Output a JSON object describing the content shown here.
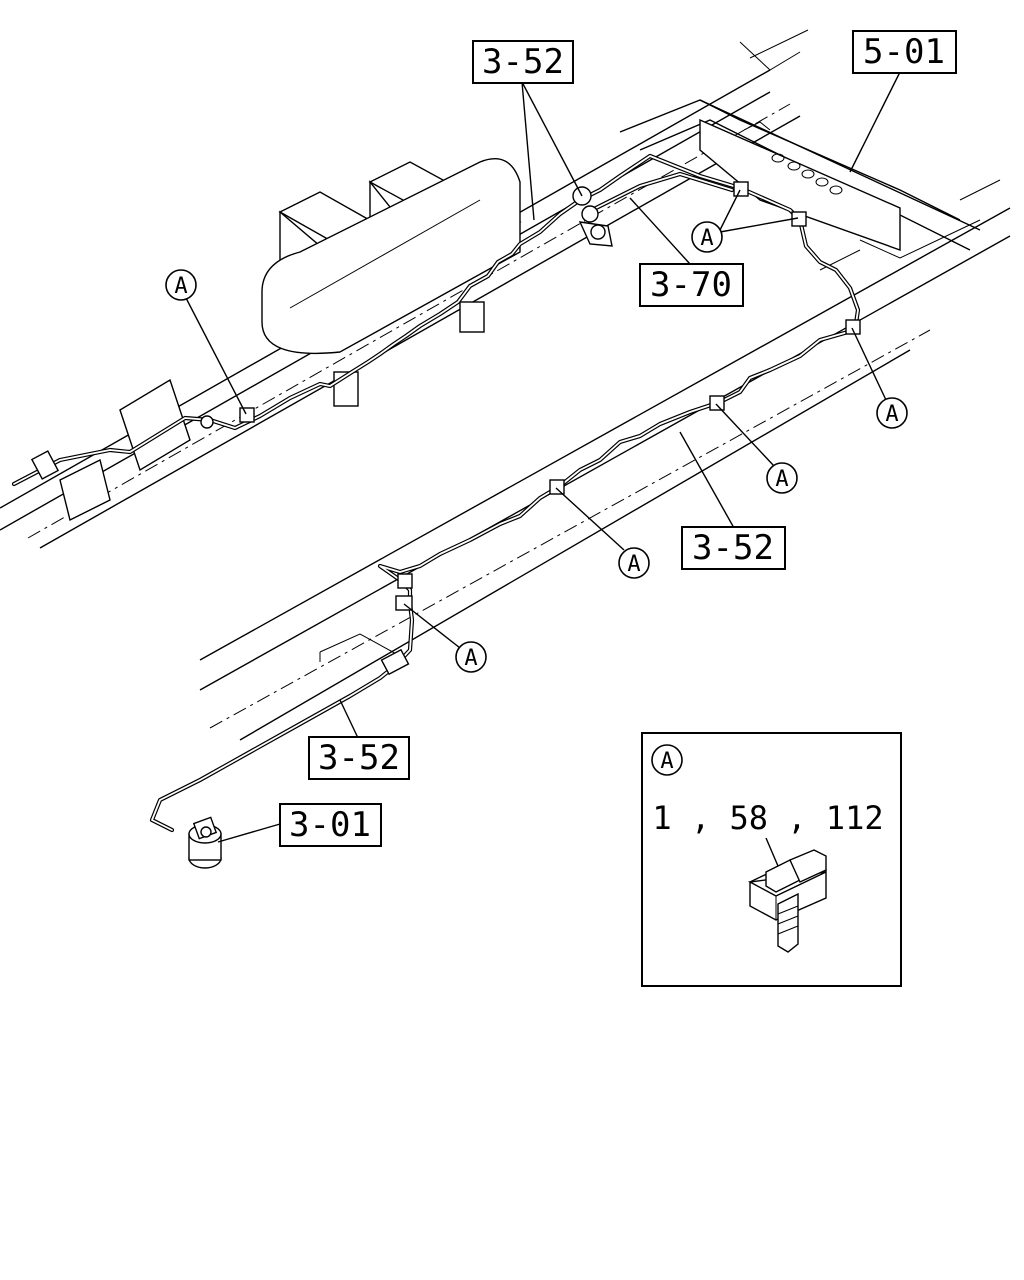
{
  "callouts": {
    "frame_ref": "5-01",
    "pipe_top": "3-52",
    "pipe_mid": "3-52",
    "pipe_low": "3-52",
    "connector": "3-70",
    "valve": "3-01"
  },
  "clip_label": "A",
  "detail": {
    "label": "A",
    "parts": "1 , 58 , 112"
  }
}
